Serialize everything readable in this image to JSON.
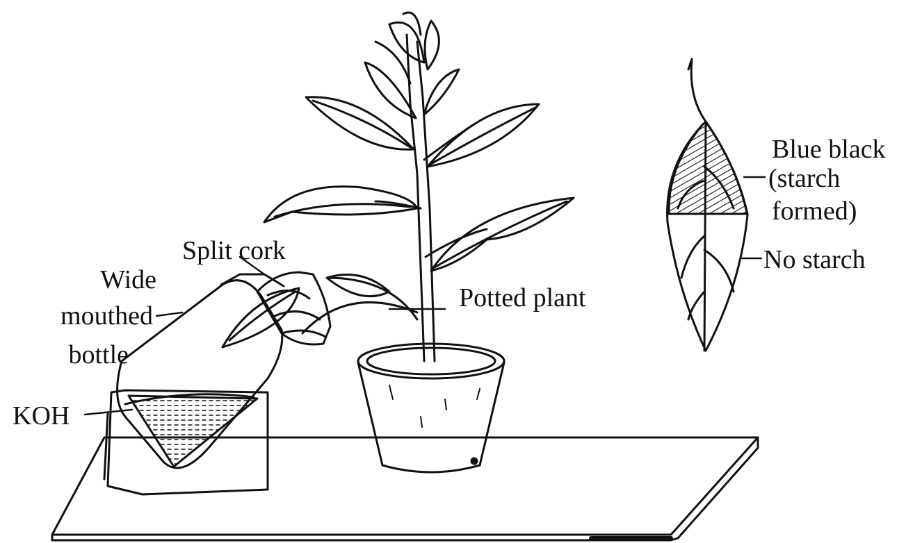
{
  "labels": {
    "split_cork": "Split cork",
    "wide_mouthed_bottle": [
      "Wide",
      "mouthed",
      "bottle"
    ],
    "koh": "KOH",
    "potted_plant": "Potted plant",
    "blue_black": [
      "Blue black",
      "(starch",
      "formed)"
    ],
    "no_starch": "No starch"
  },
  "colors": {
    "ink": "#111111",
    "paper": "#ffffff"
  }
}
